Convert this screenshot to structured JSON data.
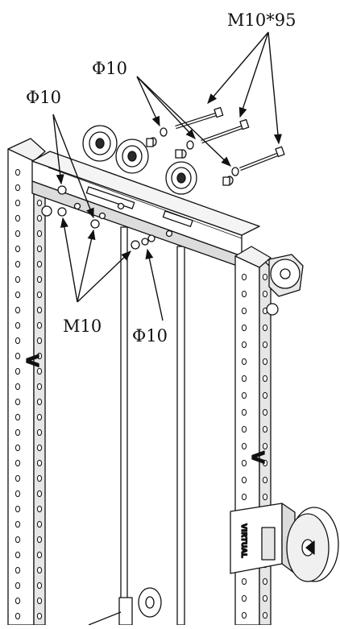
{
  "diagram": {
    "labels": {
      "bolt_m10x95": "M10*95",
      "washer_top": "Φ10",
      "washer_left": "Φ10",
      "nut_m10": "M10",
      "washer_mid": "Φ10"
    },
    "frame_marks": {
      "logo_letter": "V",
      "plate_text": "VIRTUAL"
    },
    "colors": {
      "line": "#111111",
      "fill": "#ffffff",
      "shade": "#e6e6e6",
      "dark": "#2a2a2a"
    }
  }
}
